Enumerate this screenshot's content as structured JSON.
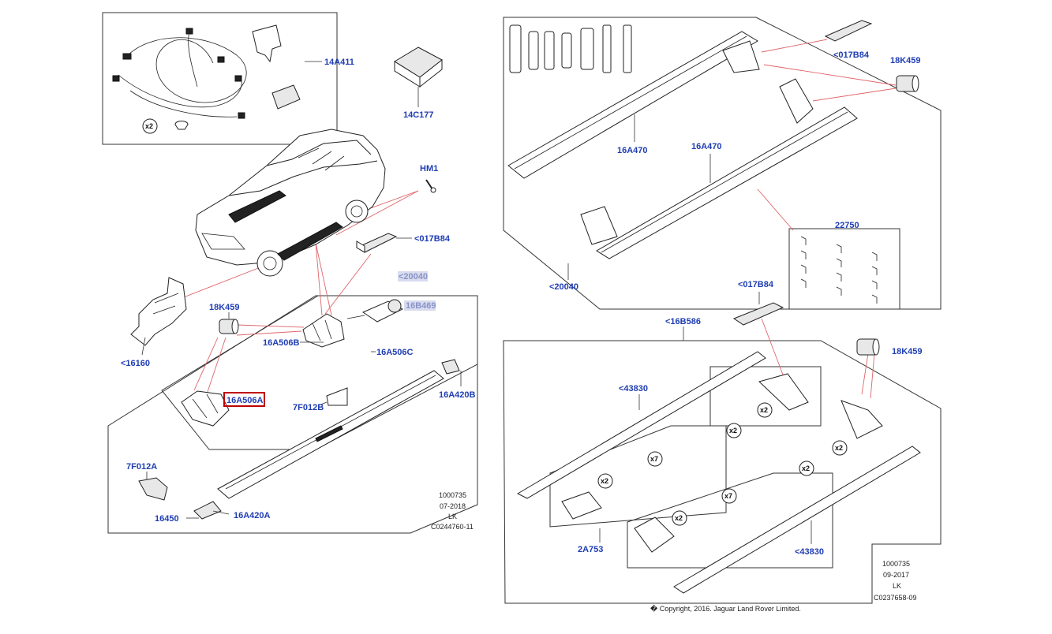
{
  "labels": {
    "l14A411": "14A411",
    "l14C177": "14C177",
    "lHM1": "HM1",
    "l017B84_left": "<017B84",
    "l20040_grey": "<20040",
    "l16B469": "16B469",
    "l18K459_left": "18K459",
    "l16A506B": "16A506B",
    "l16A506C": "16A506C",
    "l16160": "<16160",
    "l16A506A": "16A506A",
    "l7F012B": "7F012B",
    "l16A420B": "16A420B",
    "l7F012A": "7F012A",
    "l16450": "16450",
    "l16A420A": "16A420A",
    "l017B84_topright": "<017B84",
    "l18K459_topright": "18K459",
    "l16A470_upper": "16A470",
    "l16A470_lower": "16A470",
    "l22750": "22750",
    "l20040_right": "<20040",
    "l017B84_mid": "<017B84",
    "l16B586": "<16B586",
    "l18K459_mid": "18K459",
    "l43830_upper": "<43830",
    "l2A753": "2A753",
    "l43830_lower": "<43830"
  },
  "quantities": {
    "q_left": "x2",
    "q_washer1": "x2",
    "q_nut1": "x2",
    "q_bolt1": "x7",
    "q_washer2": "x2",
    "q_bolt2": "x2",
    "q_nut2": "x2",
    "q_bolt3": "x7",
    "q_bolt4": "x2"
  },
  "ref_left": {
    "line1": "1000735",
    "line2": "07-2018",
    "line3": "LK",
    "line4": "C0244760-11"
  },
  "ref_right": {
    "line1": "1000735",
    "line2": "09-2017",
    "line3": "LK",
    "line4": "C0237658-09"
  },
  "copyright": "� Copyright, 2016. Jaguar Land Rover Limited.",
  "colors": {
    "label_blue": "#1f3db3",
    "leader_red": "#e0656a",
    "selection_red": "#c00000"
  }
}
